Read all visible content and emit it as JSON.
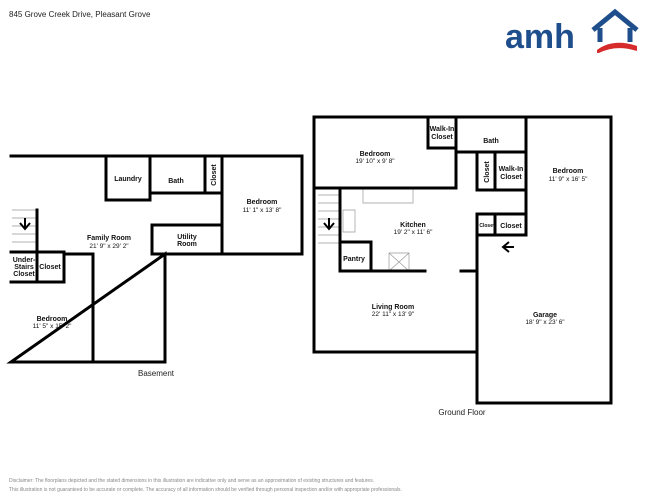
{
  "header": {
    "address": "845 Grove Creek Drive, Pleasant Grove"
  },
  "logo": {
    "text": "amh",
    "colors": {
      "blue": "#1f4e8c",
      "red": "#d62b2b"
    }
  },
  "basement": {
    "label": "Basement",
    "rooms": [
      {
        "name": "Laundry",
        "dims": ""
      },
      {
        "name": "Bath",
        "dims": ""
      },
      {
        "name": "Closet",
        "dims": ""
      },
      {
        "name": "Bedroom",
        "dims": "11' 1\" x 13' 8\""
      },
      {
        "name": "Utility",
        "name2": "Room",
        "dims": ""
      },
      {
        "name": "Family Room",
        "dims": "21' 9\" x 29' 2\""
      },
      {
        "name": "Under-",
        "name2": "Stairs",
        "name3": "Closet"
      },
      {
        "name": "Closet",
        "dims": ""
      },
      {
        "name": "Bedroom",
        "dims": "11' 5\" x 15' 2\""
      }
    ]
  },
  "ground": {
    "label": "Ground Floor",
    "rooms": [
      {
        "name": "Bedroom",
        "dims": "19' 10\" x 9' 8\""
      },
      {
        "name": "Walk-In",
        "name2": "Closet"
      },
      {
        "name": "Bath"
      },
      {
        "name": "Closet"
      },
      {
        "name": "Walk-In",
        "name2": "Closet"
      },
      {
        "name": "Bedroom",
        "dims": "11' 9\" x 16' 5\""
      },
      {
        "name": "Kitchen",
        "dims": "19' 2\" x 11' 6\""
      },
      {
        "name": "Pantry"
      },
      {
        "name": "Closet"
      },
      {
        "name": "Closet"
      },
      {
        "name": "Living Room",
        "dims": "22' 11\" x 13' 9\""
      },
      {
        "name": "Garage",
        "dims": "18' 9\" x 23' 6\""
      }
    ]
  },
  "disclaimer": {
    "line1": "Disclaimer: The floorplans depicted and the stated dimensions in this illustration are indicative only and serve as an approximation of existing structures and features.",
    "line2": "This illustration is not guaranteed to be accurate or complete. The accuracy of all information should be verified through personal inspection and/or with appropriate professionals."
  }
}
